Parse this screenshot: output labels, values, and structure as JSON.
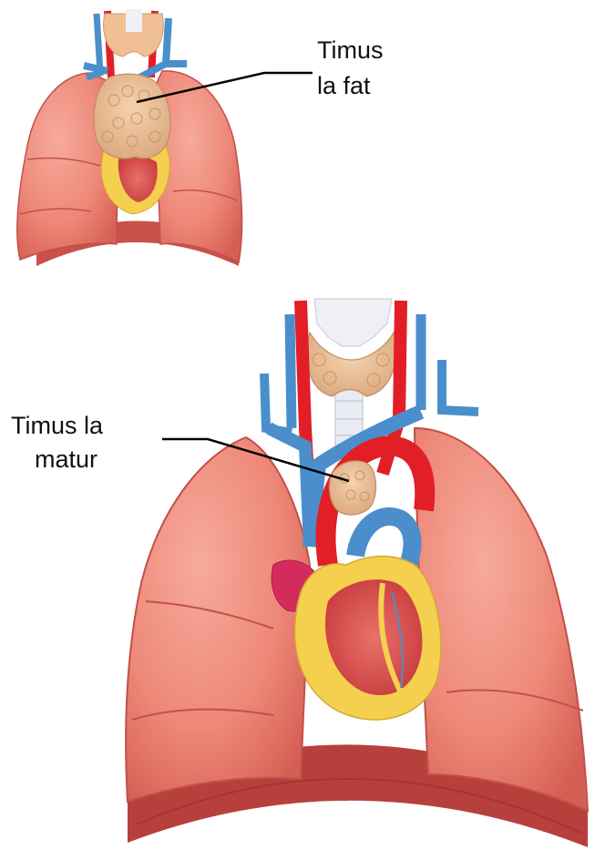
{
  "labels": {
    "fetal": {
      "line1": "Timus",
      "line2": "la fat"
    },
    "adult": {
      "line1": "Timus la",
      "line2": "matur"
    }
  },
  "colors": {
    "lung": "#f08c7e",
    "lung_shadow": "#d65f55",
    "lung_highlight": "#f6aa9c",
    "artery": "#e21e26",
    "vein": "#4a8fcb",
    "thymus": "#e6b98f",
    "thyroid": "#f0bf94",
    "trachea": "#e8ebf2",
    "heart_fat": "#f4d04e",
    "heart_muscle": "#e0484b",
    "leader_line": "#000000"
  }
}
